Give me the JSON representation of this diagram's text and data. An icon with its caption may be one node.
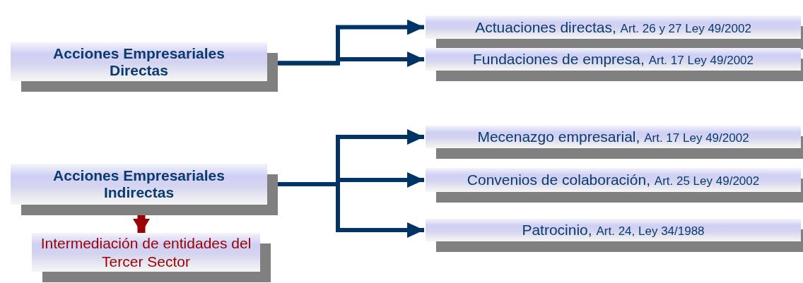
{
  "diagram": {
    "nodes": [
      {
        "text": [
          "Acciones Empresariales Directas"
        ]
      },
      {
        "text": [
          "Actuaciones directas,",
          "Art. 26 y 27 Ley 49/2002"
        ]
      },
      {
        "text": [
          "Fundaciones de empresa,",
          "Art. 17 Ley 49/2002"
        ]
      },
      {
        "text": [
          "Acciones Empresariales Indirectas"
        ]
      },
      {
        "text": [
          "Mecenazgo empresarial,",
          "Art. 17 Ley 49/2002"
        ]
      },
      {
        "text": [
          "Convenios de colaboración,",
          "Art. 25 Ley 49/2002"
        ]
      },
      {
        "text": [
          "Patrocinio,",
          "Art. 24, Ley 34/1988"
        ]
      },
      {
        "text": [
          "Intermediación de entidades del Tercer Sector"
        ]
      }
    ],
    "edges": [
      {
        "from": 0,
        "to": 1,
        "arrow": "to"
      },
      {
        "from": 0,
        "to": 2,
        "arrow": "to"
      },
      {
        "from": 3,
        "to": 4,
        "arrow": "to"
      },
      {
        "from": 3,
        "to": 5,
        "arrow": "to"
      },
      {
        "from": 3,
        "to": 6,
        "arrow": "to"
      },
      {
        "from": 3,
        "to": 7,
        "arrow": "to",
        "style": "thick",
        "color": "#990000"
      }
    ]
  }
}
